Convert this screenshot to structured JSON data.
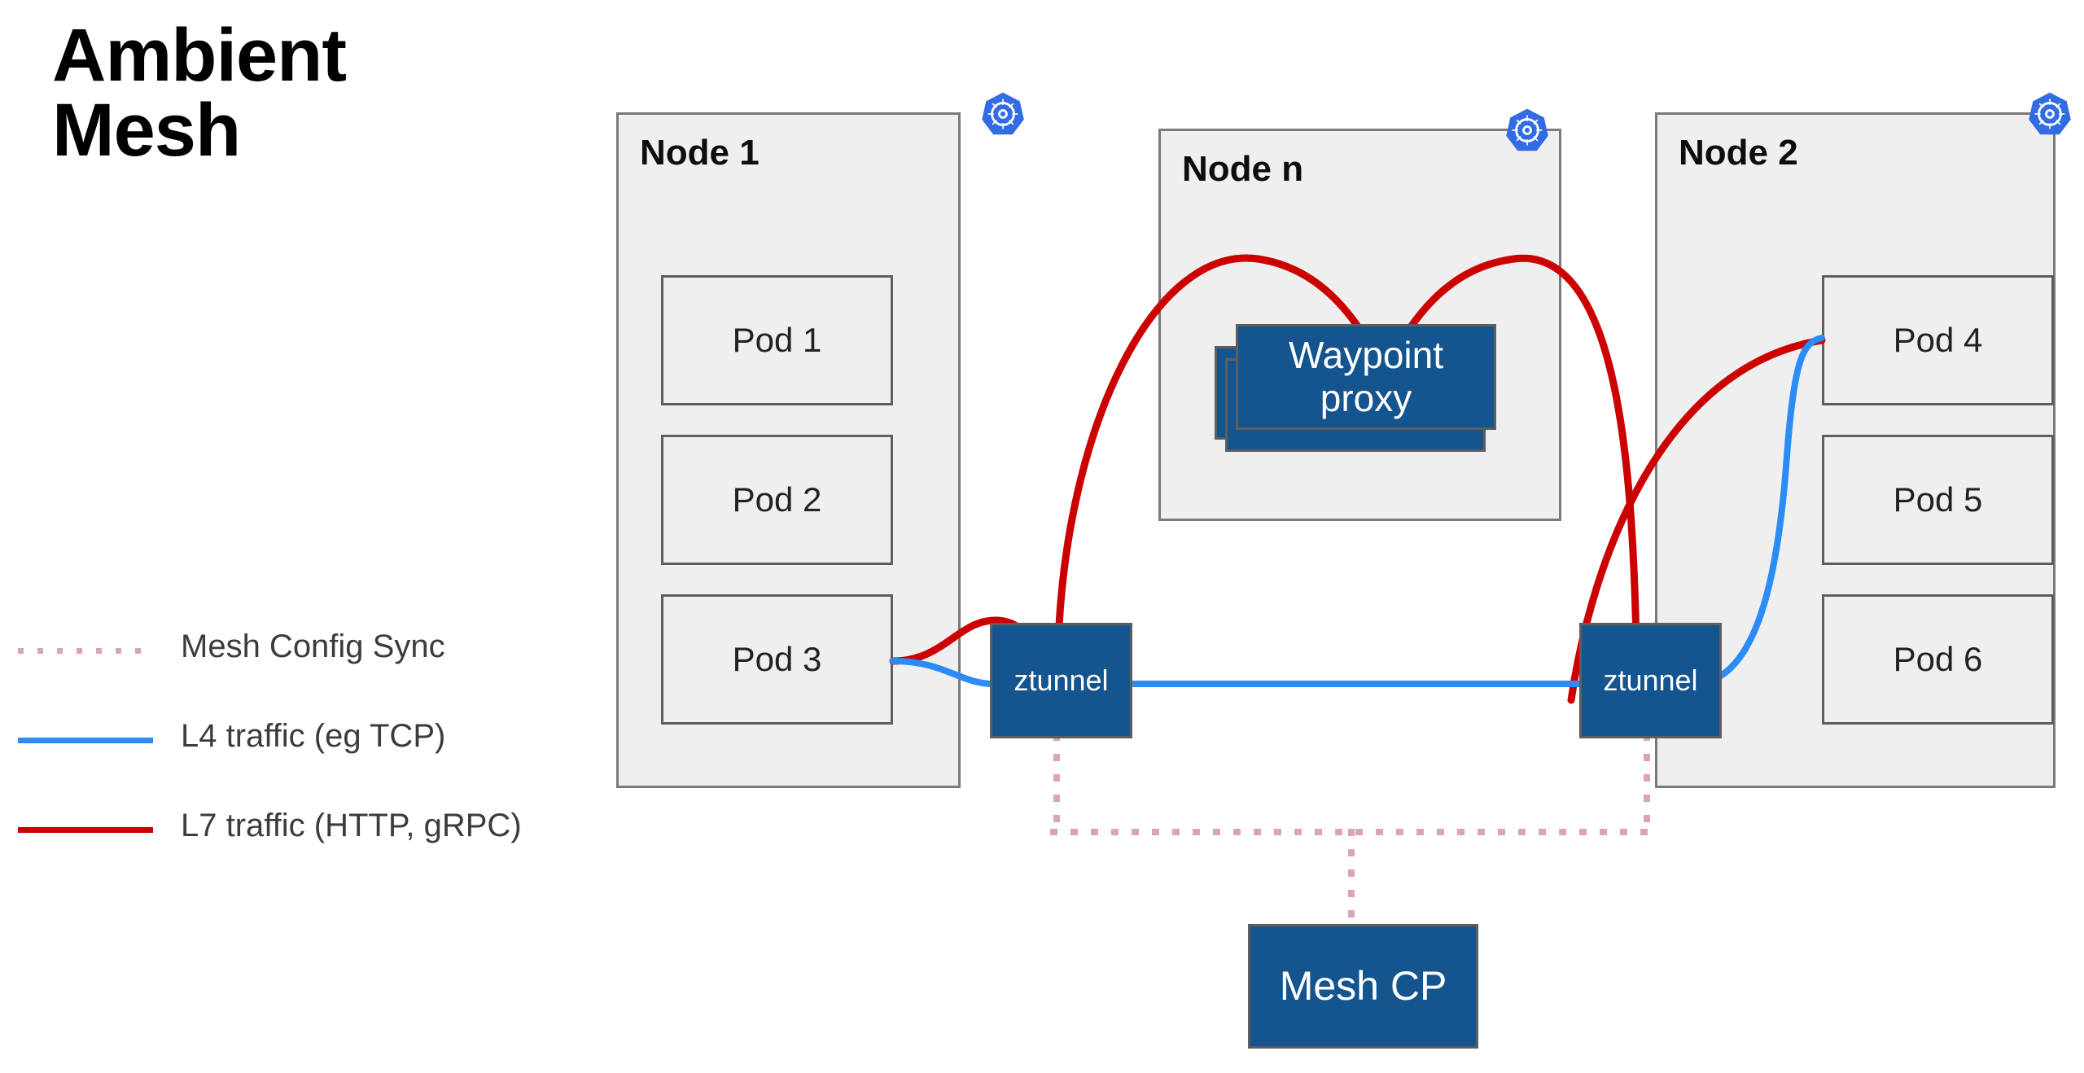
{
  "title": {
    "text": "Ambient\nMesh"
  },
  "legend": {
    "items": [
      {
        "label": "Mesh Config Sync",
        "style": "dotted",
        "color": "#d9a3bd",
        "name": "mesh-config-sync"
      },
      {
        "label": "L4 traffic (eg TCP)",
        "style": "solid",
        "color": "#2b8cf5",
        "name": "l4-traffic"
      },
      {
        "label": "L7 traffic (HTTP, gRPC)",
        "style": "solid",
        "color": "#cc0000",
        "name": "l7-traffic"
      }
    ]
  },
  "colors": {
    "node_fill": "#efefef",
    "node_border": "#7a7a7a",
    "pod_fill": "#efefef",
    "pod_border": "#5e5e5e",
    "blue_box": "#14548f",
    "l4_blue": "#2b8cf5",
    "l7_red": "#cc0000",
    "config_pink": "#d9a3bd",
    "k8s_blue": "#326ce5"
  },
  "nodes": [
    {
      "id": "node1",
      "title": "Node 1",
      "icon": "kubernetes-icon",
      "pods": [
        {
          "label": "Pod 1"
        },
        {
          "label": "Pod 2"
        },
        {
          "label": "Pod 3"
        }
      ]
    },
    {
      "id": "noden",
      "title": "Node n",
      "icon": "kubernetes-icon",
      "pods": []
    },
    {
      "id": "node2",
      "title": "Node 2",
      "icon": "kubernetes-icon",
      "pods": [
        {
          "label": "Pod 4"
        },
        {
          "label": "Pod 5"
        },
        {
          "label": "Pod 6"
        }
      ]
    }
  ],
  "components": {
    "ztunnel_left": {
      "label": "ztunnel"
    },
    "ztunnel_right": {
      "label": "ztunnel"
    },
    "waypoint_proxy": {
      "label": "Waypoint\nproxy"
    },
    "mesh_cp": {
      "label": "Mesh CP"
    }
  }
}
